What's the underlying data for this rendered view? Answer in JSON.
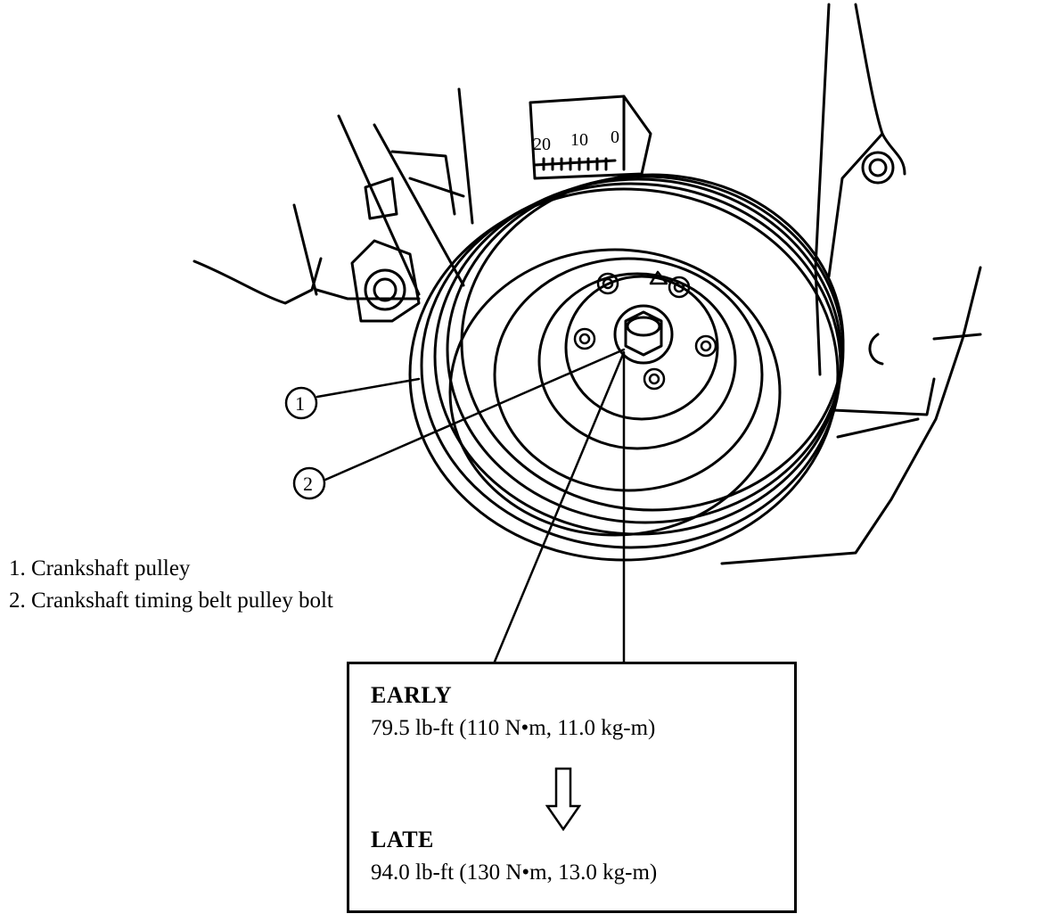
{
  "diagram": {
    "scale_labels": [
      "20",
      "10",
      "0"
    ],
    "callouts": [
      "1",
      "2"
    ],
    "legend": [
      "1. Crankshaft pulley",
      "2. Crankshaft timing belt pulley bolt"
    ],
    "spec": {
      "early_title": "EARLY",
      "early_value": "79.5 lb-ft (110 N•m, 11.0 kg-m)",
      "late_title": "LATE",
      "late_value": "94.0 lb-ft (130 N•m, 13.0 kg-m)"
    },
    "icons": {
      "arrow": "down-arrow-icon"
    }
  }
}
